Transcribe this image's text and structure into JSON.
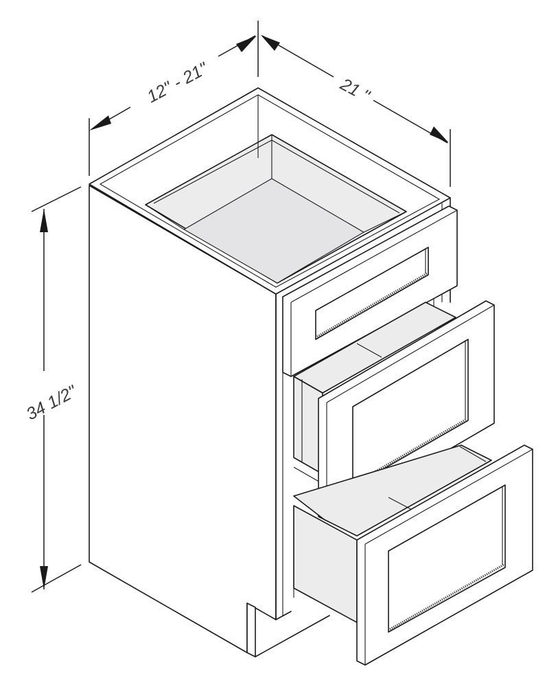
{
  "diagram": {
    "subject": "Three-drawer base cabinet, isometric view",
    "drawer_count": 3,
    "colors": {
      "line": "#1a1a1a",
      "interior_fill": "#ececed",
      "panel_fill": "#ffffff",
      "dimension_text": "#3a3a3a"
    }
  },
  "dimensions": {
    "width": "12\" - 21\"",
    "depth": "21 \"",
    "height": "34 1/2\""
  }
}
